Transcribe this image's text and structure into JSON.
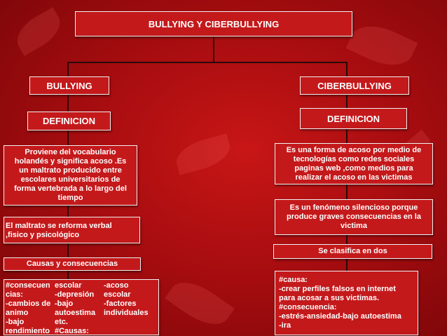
{
  "title": "BULLYING Y CIBERBULLYING",
  "left": {
    "heading": "BULLYING",
    "definicion_label": "DEFINICION",
    "definicion_text": "Proviene del vocabulario\nholandés y significa acoso .Es\nun maltrato producido entre\nescolares universitarios de\nforma vertebrada a lo largo del\ntiempo",
    "maltrato_text": "El maltrato se reforma verbal\n,fisico y psicológico",
    "causas_label": "Causas y consecuencias",
    "causas_table": [
      [
        "#consecuen",
        "escolar",
        "-acoso"
      ],
      [
        "cias:",
        "-depresión",
        "escolar"
      ],
      [
        "-cambios de",
        "-bajo",
        "-factores"
      ],
      [
        "animo",
        "autoestima",
        "individuales"
      ],
      [
        "-bajo",
        "etc.",
        ""
      ],
      [
        "rendimiento",
        "#Causas:",
        ""
      ]
    ]
  },
  "right": {
    "heading": "CIBERBULLYING",
    "definicion_label": "DEFINICION",
    "definicion_text": "Es una forma de acoso por medio de\ntecnologías como redes sociales\npaginas web ,como medios para\nrealizar el acoso en las victimas",
    "fenomeno_text": "Es un fenómeno silencioso porque\nproduce graves consecuencias en la\nvictima",
    "clasifica_label": "Se clasifica en dos",
    "causa_text": "#causa:\n-crear perfiles falsos en internet\npara acosar a sus victimas.\n#consecuencia:\n-estrés-ansiedad-bajo autoestima\n-ira"
  }
}
